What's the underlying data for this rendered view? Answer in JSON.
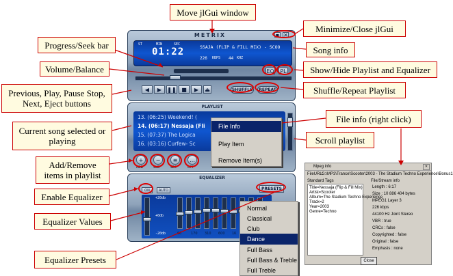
{
  "callouts": {
    "move": "Move jlGui window",
    "minimize": "Minimize/Close jlGui",
    "progress": "Progress/Seek bar",
    "song_info": "Song info",
    "volume": "Volume/Balance",
    "show_hide": "Show/Hide Playlist and Equalizer",
    "shuffle": "Shuffle/Repeat Playlist",
    "buttons": "Previous, Play, Pause Stop, Next, Eject buttons",
    "current_song": "Current song selected or playing",
    "file_info": "File info (right click)",
    "scroll": "Scroll playlist",
    "add_remove": "Add/Remove items in playlist",
    "enable_eq": "Enable Equalizer",
    "eq_values": "Equalizer Values",
    "eq_presets": "Equalizer Presets"
  },
  "player": {
    "brand": "METRIX",
    "time": "01:22",
    "title_scroll": "SSAJA (FLIP & FILL MIX) - SCOO",
    "kbps": "226",
    "kbps_label": "KBPS",
    "khz": "44",
    "khz_label": "KHZ",
    "eq_btn": "EQ",
    "pl_btn": "PL",
    "shuffle_btn": "SHUFFLE",
    "repeat_btn": "REPEAT",
    "st": "ST",
    "min": "MIN",
    "sec": "SEC"
  },
  "playlist": {
    "title": "PLAYLIST",
    "rows": [
      "13. (06:25) Weekend! (",
      "14. (06:17) Nessaja (Fli",
      "15. (07:37) The Logica",
      "16. (03:16) Curfew- Sc"
    ],
    "btn_labels": [
      "ADD",
      "SUB",
      "SEC",
      "OPT"
    ]
  },
  "context_menu": {
    "items": [
      "File Info",
      "Play Item",
      "Remove Item(s)"
    ],
    "selected": "File Info"
  },
  "equalizer": {
    "title": "EQUALIZER",
    "on": "ON",
    "auto": "AUTO",
    "presets_btn": "PRESETS",
    "db_top": "+20db",
    "db_mid": "+0db",
    "db_bot": "-20db",
    "bands": [
      "60",
      "170",
      "310",
      "600",
      "1K",
      "3K",
      "6K"
    ],
    "band_levels": [
      0.5,
      0.55,
      0.58,
      0.62,
      0.62,
      0.6,
      0.58,
      0.6,
      0.55,
      0.5
    ],
    "preamp_level": 0.55
  },
  "presets_menu": {
    "items": [
      "Normal",
      "Classical",
      "Club",
      "Dance",
      "Full Bass",
      "Full Bass & Treble",
      "Full Treble"
    ],
    "selected": "Dance"
  },
  "mpeg_info": {
    "title": "Mpeg info",
    "file_url_label": "FileURL:",
    "file_url": "G:\\MP3\\Trance\\Scooter\\2003 - The Stadium Techno Experience\\Bonus1",
    "standard_tags_label": "Standard Tags",
    "stream_info_label": "File/Stream info",
    "tags": [
      "Title=Nessaja (Flip & Fill Mix)",
      "Artist=Scooter",
      "Album=The Stadium Techno Experience",
      "Track=2",
      "Year=2003",
      "Genre=Techno"
    ],
    "info": [
      "Length : 6:17",
      "Size : 10 886 404 bytes",
      "MPEG1 Layer 3",
      "226 kbps",
      "44100 Hz Joint Stereo",
      "VBR : true",
      "CRCs : false",
      "Copyrighted : false",
      "Original : false",
      "Emphasis : none"
    ],
    "close_btn": "Close"
  },
  "colors": {
    "callout_border": "#cc0000",
    "callout_fill": "#fffbe0",
    "lcd_blue": "#0f56d0",
    "menu_selected": "#0a246a"
  }
}
